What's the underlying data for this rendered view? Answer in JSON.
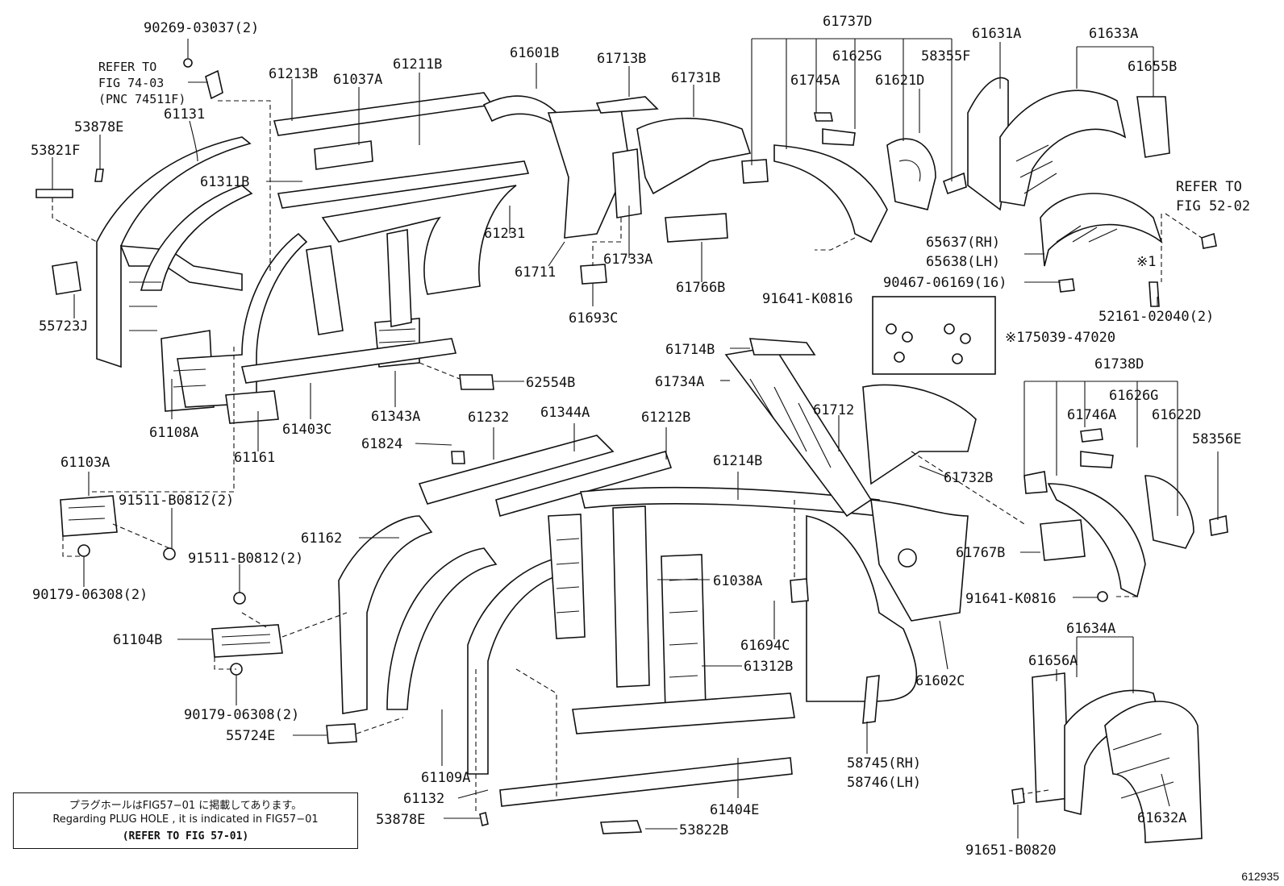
{
  "labels": [
    {
      "id": "l-90269",
      "text": "90269-03037(2)"
    },
    {
      "id": "l-refer74a",
      "text": "REFER TO"
    },
    {
      "id": "l-refer74b",
      "text": "FIG 74-03"
    },
    {
      "id": "l-refer74c",
      "text": "(PNC 74511F)"
    },
    {
      "id": "l-53878e-top",
      "text": "53878E"
    },
    {
      "id": "l-53821f",
      "text": "53821F"
    },
    {
      "id": "l-61131",
      "text": "61131"
    },
    {
      "id": "l-61213b",
      "text": "61213B"
    },
    {
      "id": "l-61037a",
      "text": "61037A"
    },
    {
      "id": "l-61211b",
      "text": "61211B"
    },
    {
      "id": "l-61601b",
      "text": "61601B"
    },
    {
      "id": "l-61713b",
      "text": "61713B"
    },
    {
      "id": "l-61731b",
      "text": "61731B"
    },
    {
      "id": "l-61737d",
      "text": "61737D"
    },
    {
      "id": "l-61625g",
      "text": "61625G"
    },
    {
      "id": "l-58355f",
      "text": "58355F"
    },
    {
      "id": "l-61745a",
      "text": "61745A"
    },
    {
      "id": "l-61621d",
      "text": "61621D"
    },
    {
      "id": "l-61631a",
      "text": "61631A"
    },
    {
      "id": "l-61633a",
      "text": "61633A"
    },
    {
      "id": "l-61655b",
      "text": "61655B"
    },
    {
      "id": "l-61311b",
      "text": "61311B"
    },
    {
      "id": "l-55723j",
      "text": "55723J"
    },
    {
      "id": "l-61231",
      "text": "61231"
    },
    {
      "id": "l-61711",
      "text": "61711"
    },
    {
      "id": "l-61733a",
      "text": "61733A"
    },
    {
      "id": "l-61766b",
      "text": "61766B"
    },
    {
      "id": "l-61693c",
      "text": "61693C"
    },
    {
      "id": "l-91641-top",
      "text": "91641-K0816"
    },
    {
      "id": "l-refer52a",
      "text": "REFER TO"
    },
    {
      "id": "l-refer52b",
      "text": "FIG 52-02"
    },
    {
      "id": "l-65637",
      "text": "65637(RH)"
    },
    {
      "id": "l-65638",
      "text": "65638(LH)"
    },
    {
      "id": "l-x1",
      "text": "※1"
    },
    {
      "id": "l-90467",
      "text": "90467-06169(16)"
    },
    {
      "id": "l-52161",
      "text": "52161-02040(2)"
    },
    {
      "id": "l-175039",
      "text": "※175039-47020"
    },
    {
      "id": "l-61108a",
      "text": "61108A"
    },
    {
      "id": "l-61403c",
      "text": "61403C"
    },
    {
      "id": "l-61343a",
      "text": "61343A"
    },
    {
      "id": "l-62554b",
      "text": "62554B"
    },
    {
      "id": "l-61161",
      "text": "61161"
    },
    {
      "id": "l-61714b",
      "text": "61714B"
    },
    {
      "id": "l-61734a",
      "text": "61734A"
    },
    {
      "id": "l-61712",
      "text": "61712"
    },
    {
      "id": "l-61738d",
      "text": "61738D"
    },
    {
      "id": "l-61626g",
      "text": "61626G"
    },
    {
      "id": "l-61746a",
      "text": "61746A"
    },
    {
      "id": "l-61622d",
      "text": "61622D"
    },
    {
      "id": "l-58356e",
      "text": "58356E"
    },
    {
      "id": "l-61732b",
      "text": "61732B"
    },
    {
      "id": "l-61767b",
      "text": "61767B"
    },
    {
      "id": "l-91641-bot",
      "text": "91641-K0816"
    },
    {
      "id": "l-61103a",
      "text": "61103A"
    },
    {
      "id": "l-91511-a",
      "text": "91511-B0812(2)"
    },
    {
      "id": "l-91511-b",
      "text": "91511-B0812(2)"
    },
    {
      "id": "l-90179-a",
      "text": "90179-06308(2)"
    },
    {
      "id": "l-61104b",
      "text": "61104B"
    },
    {
      "id": "l-90179-b",
      "text": "90179-06308(2)"
    },
    {
      "id": "l-55724e",
      "text": "55724E"
    },
    {
      "id": "l-61232",
      "text": "61232"
    },
    {
      "id": "l-61344a",
      "text": "61344A"
    },
    {
      "id": "l-61212b",
      "text": "61212B"
    },
    {
      "id": "l-61824",
      "text": "61824"
    },
    {
      "id": "l-61214b",
      "text": "61214B"
    },
    {
      "id": "l-61162",
      "text": "61162"
    },
    {
      "id": "l-61038a",
      "text": "61038A"
    },
    {
      "id": "l-61694c",
      "text": "61694C"
    },
    {
      "id": "l-61312b",
      "text": "61312B"
    },
    {
      "id": "l-61602c",
      "text": "61602C"
    },
    {
      "id": "l-61634a",
      "text": "61634A"
    },
    {
      "id": "l-61656a",
      "text": "61656A"
    },
    {
      "id": "l-61109a",
      "text": "61109A"
    },
    {
      "id": "l-61132",
      "text": "61132"
    },
    {
      "id": "l-53878e-bot",
      "text": "53878E"
    },
    {
      "id": "l-61404e",
      "text": "61404E"
    },
    {
      "id": "l-53822b",
      "text": "53822B"
    },
    {
      "id": "l-58745",
      "text": "58745(RH)"
    },
    {
      "id": "l-58746",
      "text": "58746(LH)"
    },
    {
      "id": "l-61632a",
      "text": "61632A"
    },
    {
      "id": "l-91651",
      "text": "91651-B0820"
    }
  ],
  "note": {
    "line1": "プラグホールはFIG57−01 に掲載してあります。",
    "line2": "Regarding  PLUG HOLE , it is indicated in FIG57−01",
    "line3": "(REFER TO FIG 57-01)"
  },
  "figure_number": "612935"
}
